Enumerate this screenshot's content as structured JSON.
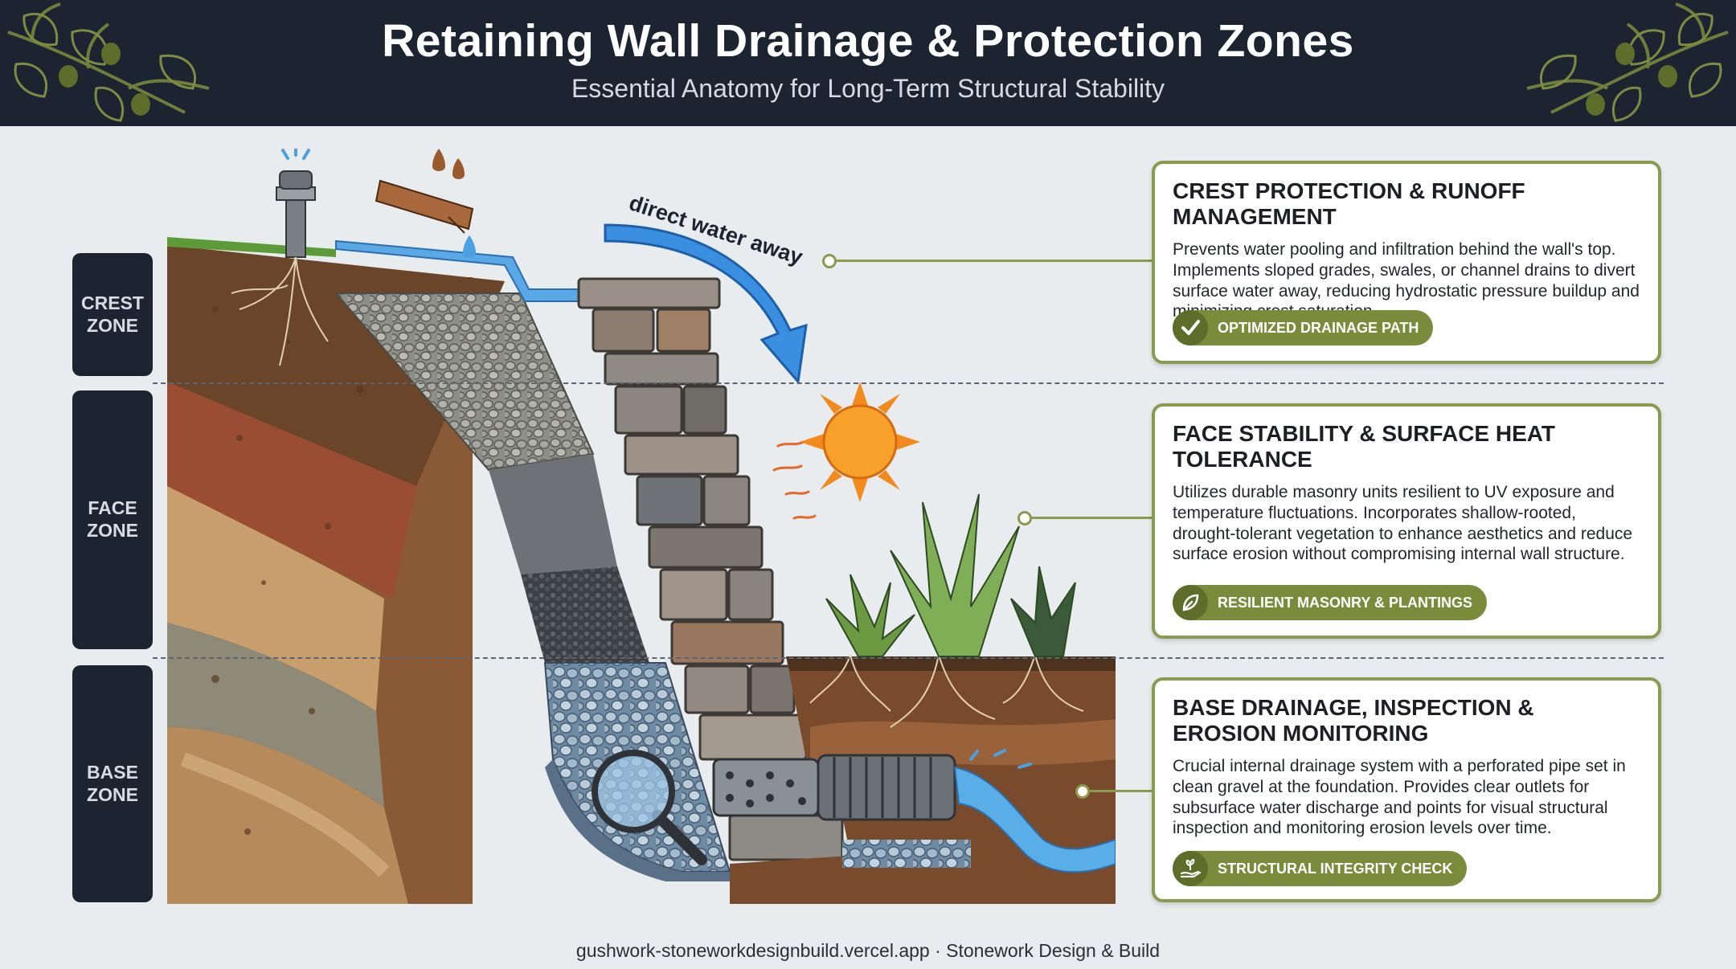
{
  "header": {
    "title": "Retaining Wall Drainage & Protection Zones",
    "subtitle": "Essential Anatomy for Long-Term Structural Stability"
  },
  "zones": [
    {
      "label": "CREST\nZONE"
    },
    {
      "label": "FACE\nZONE"
    },
    {
      "label": "BASE\nZONE"
    }
  ],
  "illustration": {
    "arrow_label": "direct water away"
  },
  "cards": [
    {
      "title": "CREST PROTECTION & RUNOFF MANAGEMENT",
      "body": "Prevents water pooling and infiltration behind the wall's top. Implements sloped grades, swales, or channel drains to divert surface water away, reducing hydrostatic pressure buildup and minimizing crest saturation.",
      "badge": "OPTIMIZED DRAINAGE PATH",
      "badge_icon": "checkmark-icon"
    },
    {
      "title": "FACE STABILITY & SURFACE HEAT TOLERANCE",
      "body": "Utilizes durable masonry units resilient to UV exposure and temperature fluctuations. Incorporates shallow-rooted, drought-tolerant vegetation to enhance aesthetics and reduce surface erosion without compromising internal wall structure.",
      "badge": "RESILIENT MASONRY & PLANTINGS",
      "badge_icon": "leaf-icon"
    },
    {
      "title": "BASE DRAINAGE, INSPECTION & EROSION MONITORING",
      "body": "Crucial internal drainage system with a perforated pipe set in clean gravel at the foundation. Provides clear outlets for subsurface water discharge and points for visual structural inspection and monitoring erosion levels over time.",
      "badge": "STRUCTURAL INTEGRITY CHECK",
      "badge_icon": "hand-plant-icon"
    }
  ],
  "footer": {
    "text": "gushwork-stoneworkdesignbuild.vercel.app · Stonework Design & Build"
  },
  "colors": {
    "header_bg": "#1c2431",
    "accent_olive": "#8a9a4e",
    "water_blue": "#3a8fe0",
    "sun_orange": "#f28a1e"
  }
}
